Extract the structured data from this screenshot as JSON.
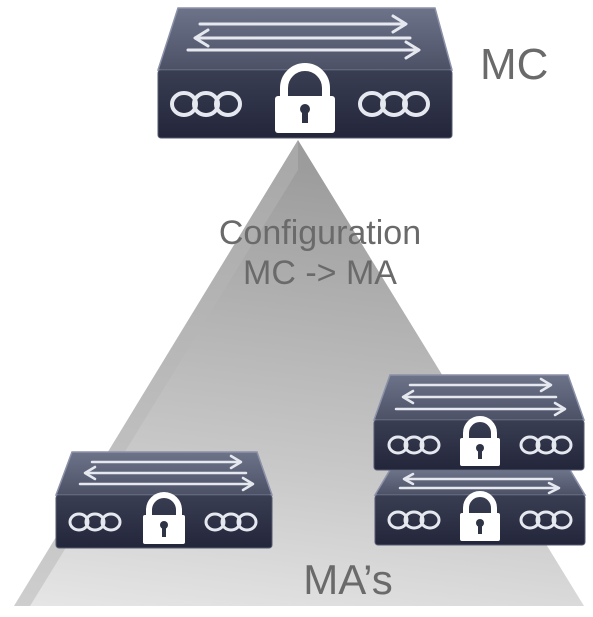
{
  "labels": {
    "controller": "MC",
    "relation_line1": "Configuration",
    "relation_line2": "MC -> MA",
    "agents": "MA’s"
  },
  "colors": {
    "device_top": "#5b6177",
    "device_front": "#2f3346",
    "device_rim": "#8b91a8",
    "arrow": "#e6e8f0",
    "lock": "#ffffff",
    "pyramid_light": "#dedede",
    "pyramid_dark": "#a8a8a8",
    "label_text": "#6a6a6a"
  },
  "icons": {
    "device": "secure-switch-icon",
    "lock": "padlock-icon",
    "ports": "coil-ports-icon"
  }
}
